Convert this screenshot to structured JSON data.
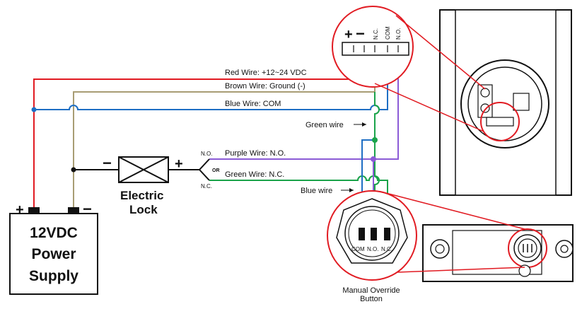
{
  "colors": {
    "red": "#e11b22",
    "brown": "#a89d74",
    "blue": "#1f6fc4",
    "green": "#1aa34a",
    "purple": "#8b5bd6",
    "black": "#111111",
    "highlight": "#e11b22"
  },
  "wires": {
    "red": "Red  Wire: +12~24 VDC",
    "brown": "Brown Wire: Ground (-)",
    "blue": "Blue Wire: COM",
    "purple": "Purple Wire: N.O.",
    "green_nc": "Green Wire: N.C."
  },
  "callouts": {
    "green_wire": "Green wire",
    "blue_wire": "Blue wire"
  },
  "lock": {
    "label_line1": "Electric",
    "label_line2": "Lock",
    "minus": "−",
    "plus": "+",
    "no": "N.O.",
    "nc": "N.C.",
    "or": "OR"
  },
  "power_supply": {
    "line1": "12VDC",
    "line2": "Power",
    "line3": "Supply",
    "plus": "+",
    "minus": "−"
  },
  "terminal": {
    "plus": "+",
    "minus": "−",
    "nc": "N.C.",
    "com": "COM",
    "no": "N.O."
  },
  "button": {
    "com": "COM",
    "no": "N.O.",
    "nc": "N.C.",
    "caption_line1": "Manual Override",
    "caption_line2": "Button"
  }
}
